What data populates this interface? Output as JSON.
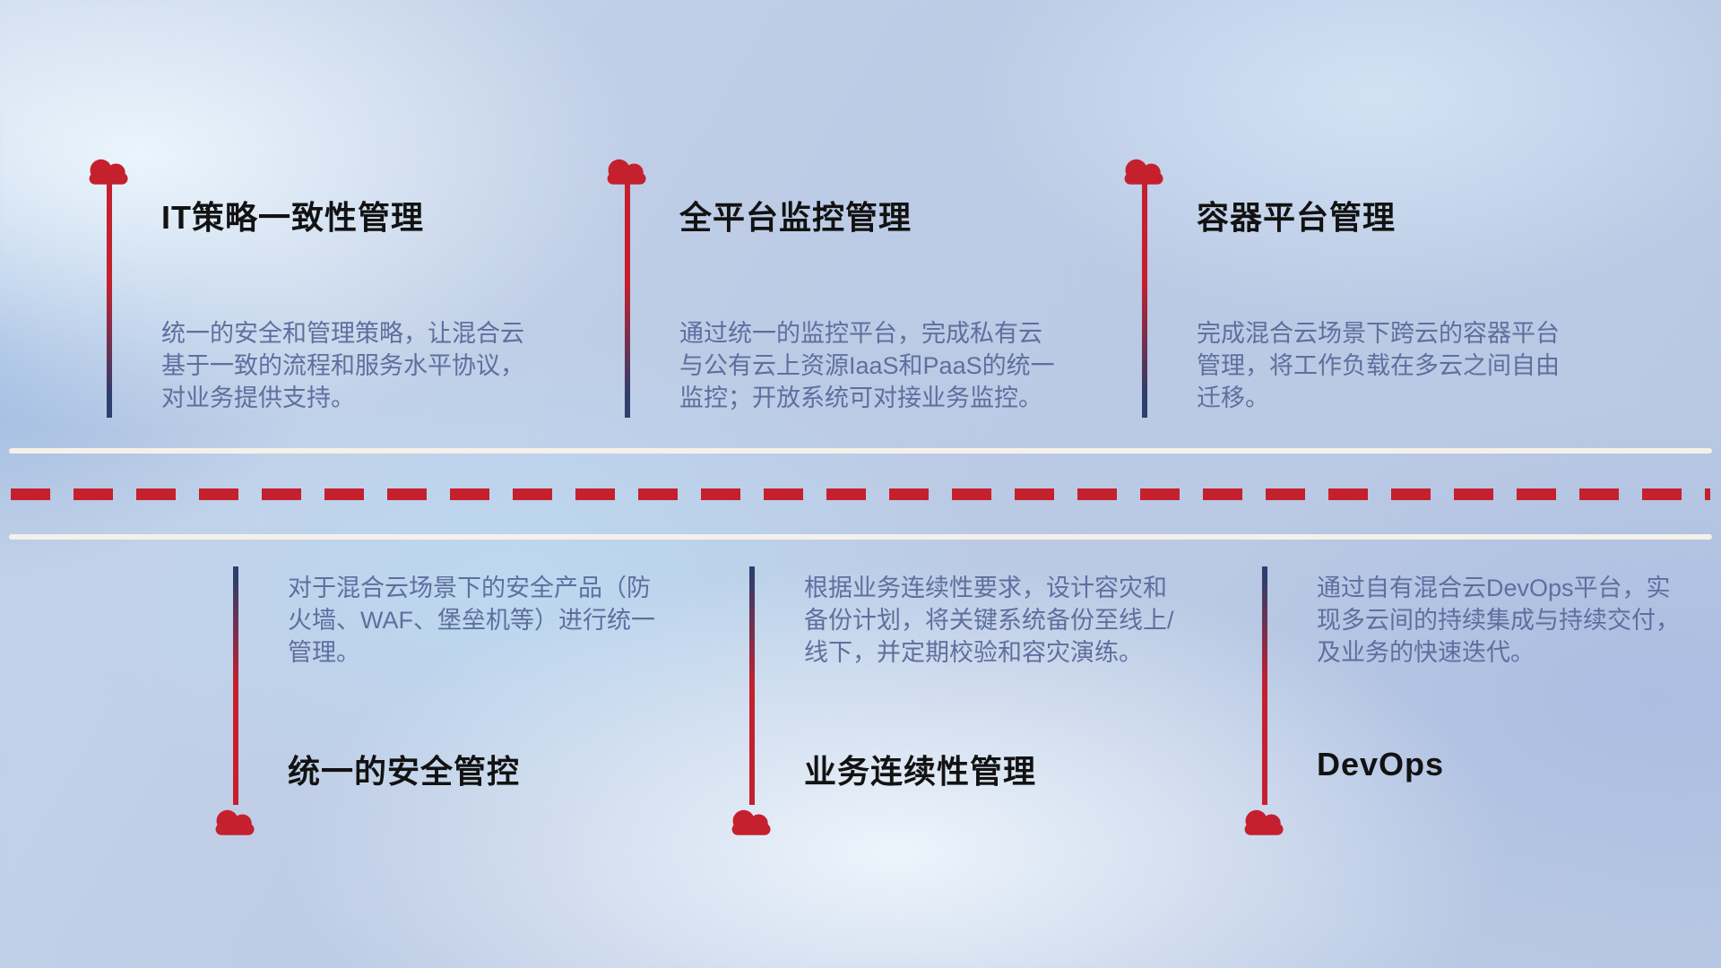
{
  "colors": {
    "accent_red": "#c5202e",
    "accent_navy": "#2e3e6d",
    "title_color": "#121212",
    "desc_color": "#5e6f9f",
    "road_white": "#f5f1ea"
  },
  "top_items": [
    {
      "icon": "cloud",
      "title": "IT策略一致性管理",
      "desc": "统一的安全和管理策略，让混合云基于一致的流程和服务水平协议，对业务提供支持。"
    },
    {
      "icon": "cloud",
      "title": "全平台监控管理",
      "desc": "通过统一的监控平台，完成私有云与公有云上资源IaaS和PaaS的统一监控；开放系统可对接业务监控。"
    },
    {
      "icon": "cloud",
      "title": "容器平台管理",
      "desc": "完成混合云场景下跨云的容器平台管理，将工作负载在多云之间自由迁移。"
    }
  ],
  "bottom_items": [
    {
      "icon": "cloud",
      "title": "统一的安全管控",
      "desc": "对于混合云场景下的安全产品（防火墙、WAF、堡垒机等）进行统一管理。"
    },
    {
      "icon": "cloud",
      "title": "业务连续性管理",
      "desc": "根据业务连续性要求，设计容灾和备份计划，将关键系统备份至线上/线下，并定期校验和容灾演练。"
    },
    {
      "icon": "cloud",
      "title": "DevOps",
      "desc": "通过自有混合云DevOps平台，实现多云间的持续集成与持续交付，及业务的快速迭代。"
    }
  ]
}
